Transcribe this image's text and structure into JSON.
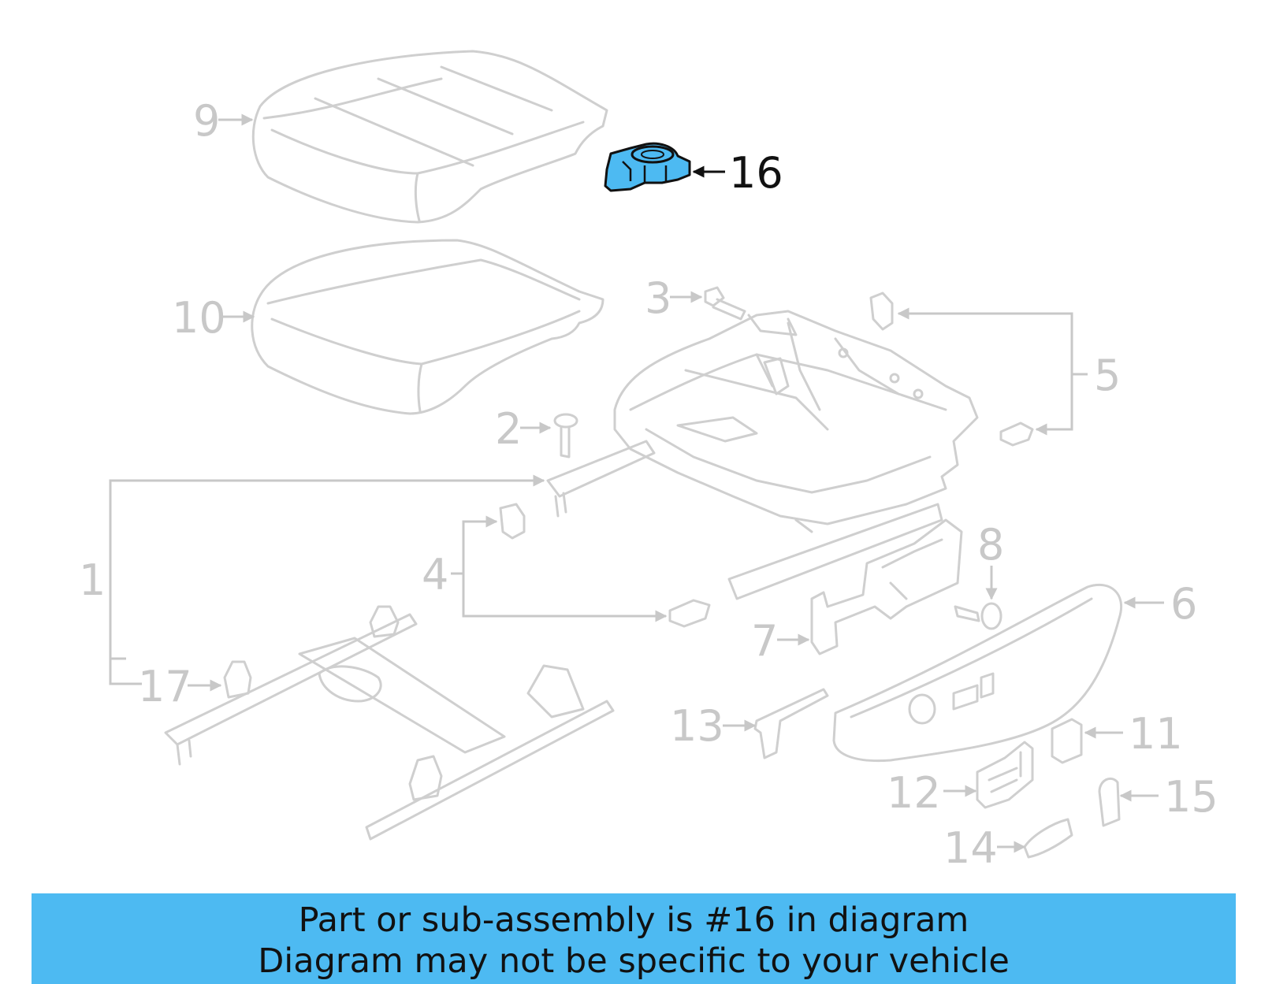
{
  "labels": {
    "p1": "1",
    "p2": "2",
    "p3": "3",
    "p4": "4",
    "p5": "5",
    "p6": "6",
    "p7": "7",
    "p8": "8",
    "p9": "9",
    "p10": "10",
    "p11": "11",
    "p12": "12",
    "p13": "13",
    "p14": "14",
    "p15": "15",
    "p16": "16",
    "p17": "17"
  },
  "highlight": {
    "part": "16",
    "color": "#4dbaf2"
  },
  "banner": {
    "line1": "Part or sub-assembly is #16 in diagram",
    "line2": "Diagram may not be specific to your vehicle",
    "color": "#4dbaf2"
  }
}
